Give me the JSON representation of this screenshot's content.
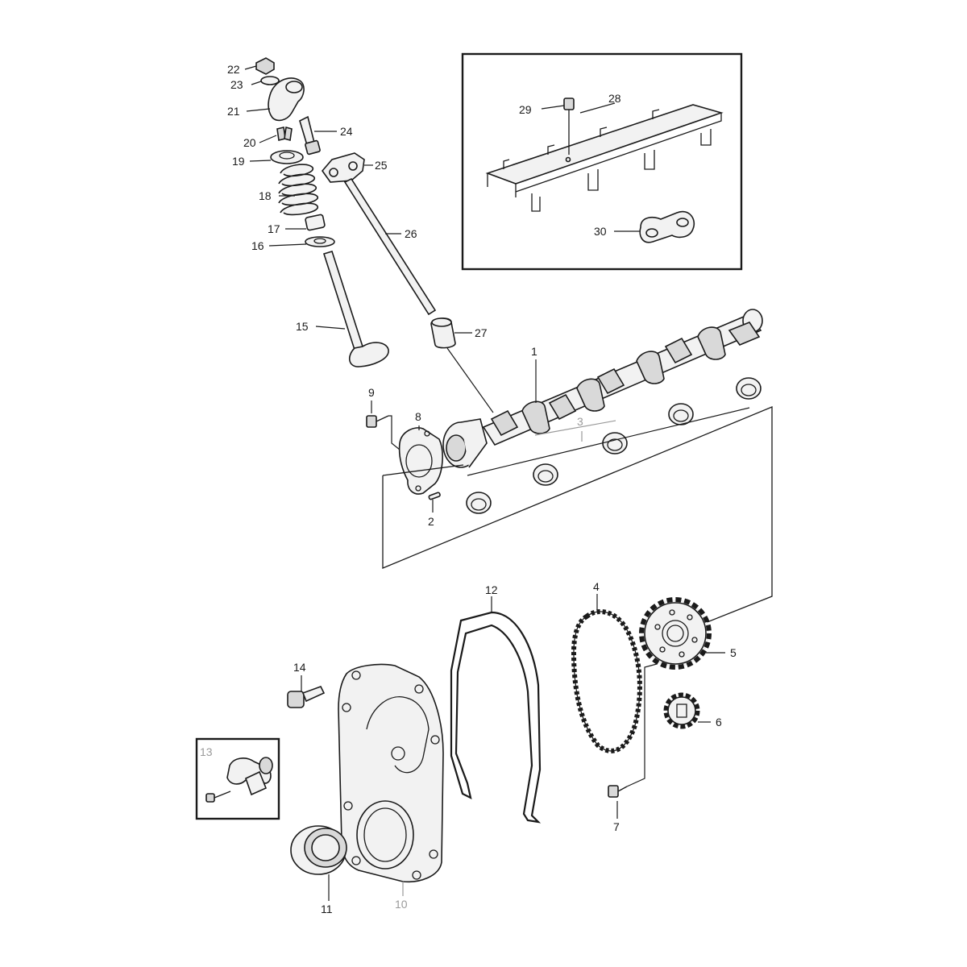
{
  "diagram": {
    "callouts": {
      "c1": "1",
      "c2": "2",
      "c3": "3",
      "c4": "4",
      "c5": "5",
      "c6": "6",
      "c7": "7",
      "c8": "8",
      "c9": "9",
      "c10": "10",
      "c11": "11",
      "c12": "12",
      "c13": "13",
      "c14": "14",
      "c15": "15",
      "c16": "16",
      "c17": "17",
      "c18": "18",
      "c19": "19",
      "c20": "20",
      "c21": "21",
      "c22": "22",
      "c23": "23",
      "c24": "24",
      "c25": "25",
      "c26": "26",
      "c27": "27",
      "c28": "28",
      "c29": "29",
      "c30": "30"
    },
    "colors": {
      "ink": "#1a1a1a",
      "muted_callout": "#9a9a9a",
      "part_fill": "#f2f2f2"
    }
  }
}
